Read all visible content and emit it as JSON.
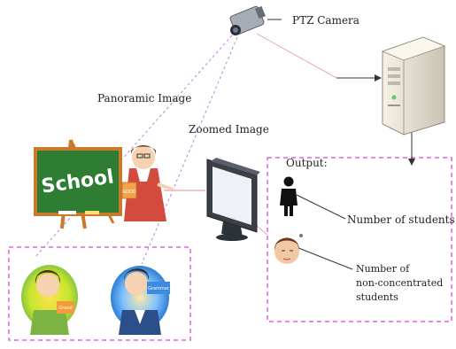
{
  "labels": {
    "ptz_camera": "PTZ Camera",
    "panoramic_image": "Panoramic Image",
    "zoomed_image": "Zoomed Image",
    "output": "Output:",
    "number_of_students": "Number of students",
    "non_concentrated_lines": [
      "Number of",
      "non-concentrated",
      "students"
    ]
  },
  "blackboard": {
    "text": "School"
  },
  "badges": {
    "teacher": "GOOD",
    "student_girl": "Grand",
    "student_boy": "Grammar"
  },
  "colors": {
    "dashed_box": "#e060e0",
    "arrow": "#333333",
    "pink_line": "#e6a0b0",
    "blackboard": "#2e7d32",
    "easel": "#c97a2b",
    "monitor": "#3a3f48",
    "server": "#ece6d6"
  }
}
